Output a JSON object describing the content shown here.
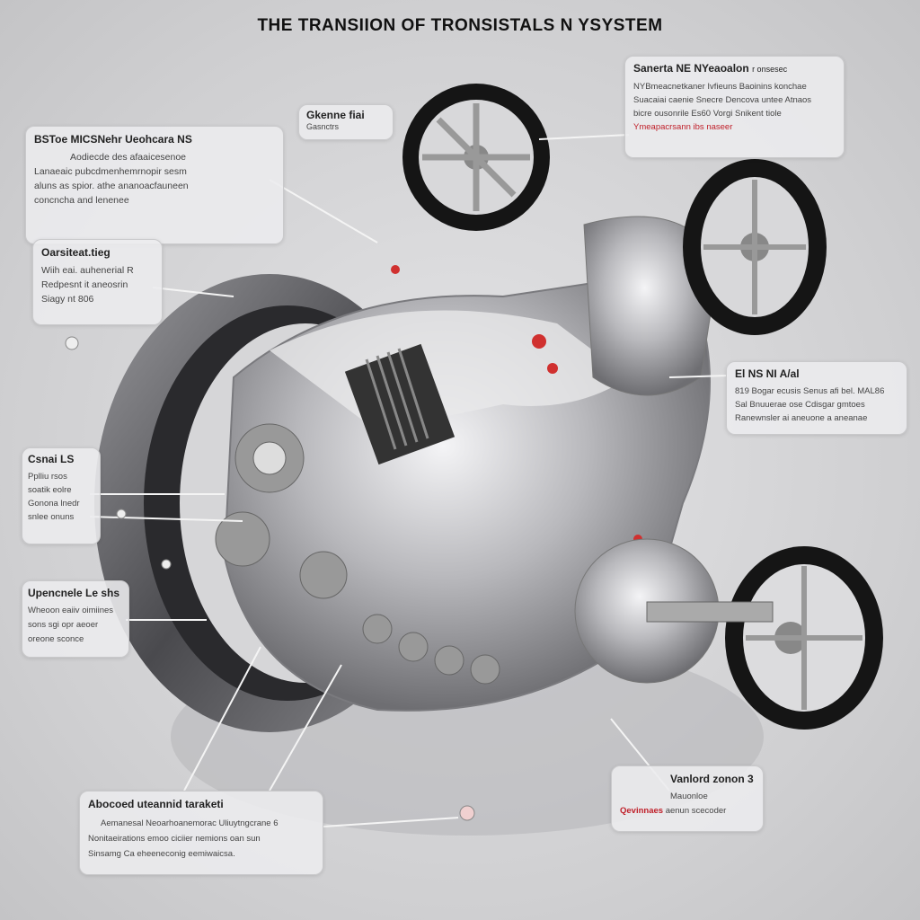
{
  "title": "THE TRANSIION  OF TRONSISTALS N YSYSTEM",
  "colors": {
    "background": "#d4d4d6",
    "accent": "#d0302f",
    "metal": "#a9a9ad",
    "tire": "#1a1a1a"
  },
  "callouts": [
    {
      "id": "top-left",
      "heading": "BSToe MICSNehr Ueohcara NS",
      "lines": [
        "Aodiecde des afaaicesenoe",
        "Lanaeaic pubcdmenhemrnopir sesm",
        "aluns as spior. athe ananoacfauneen",
        "concncha and lenenee"
      ]
    },
    {
      "id": "top-center",
      "heading": "Gkenne fiai",
      "lines": [
        "Gasnctrs"
      ]
    },
    {
      "id": "top-right",
      "heading": "Sanerta NE NYeaoalon",
      "subheading": "r onsesec",
      "lines": [
        "NYBmeacnetkaner  Ivfieuns Baoinins konchae",
        "Suacaiai caenie Snecre Dencova untee  Atnaos",
        "bicre  ousonrile Es60  Vorgi Snikent tiole"
      ],
      "red_line": "Ymeapacrsann ibs naseer"
    },
    {
      "id": "left-upper",
      "heading": "Oarsiteat.tieg",
      "lines": [
        "Wiih eai. auhenerial R",
        "Redpesnt  it aneosrin",
        "Siagy nt 806"
      ]
    },
    {
      "id": "right-middle",
      "heading": "El NS NI A/al",
      "lines": [
        "819 Bogar ecusis Senus afi bel.  MAL86",
        "Sal Bnuuerae ose  Cdisgar gmtoes",
        "Ranewnsler  ai aneuone  a aneanae"
      ]
    },
    {
      "id": "left-middle",
      "heading": "Csnai LS",
      "lines": [
        "Pplliu rsos",
        "soatik eolre",
        "Gonona lnedr",
        "snlee onuns"
      ]
    },
    {
      "id": "left-lower",
      "heading": "Upencnele Le shs",
      "lines": [
        "Wheoon eaiiv oimiines",
        "sons  sgi opr aeoer",
        "oreone  sconce"
      ]
    },
    {
      "id": "bottom-left",
      "heading": "Abocoed uteannid  taraketi",
      "lines": [
        "Aemanesal Neoarhoanemorac Uliuytngcrane 6",
        "Nonitaeirations emoo ciciier nemions oan sun",
        "Sinsamg Ca eheeneconig eemiwaicsa."
      ]
    },
    {
      "id": "bottom-right",
      "heading": "Vanlord zonon 3",
      "lines": [
        "Mauonloe"
      ],
      "red_label": "Qevinnaes",
      "trailing": "aenun scecoder"
    }
  ]
}
